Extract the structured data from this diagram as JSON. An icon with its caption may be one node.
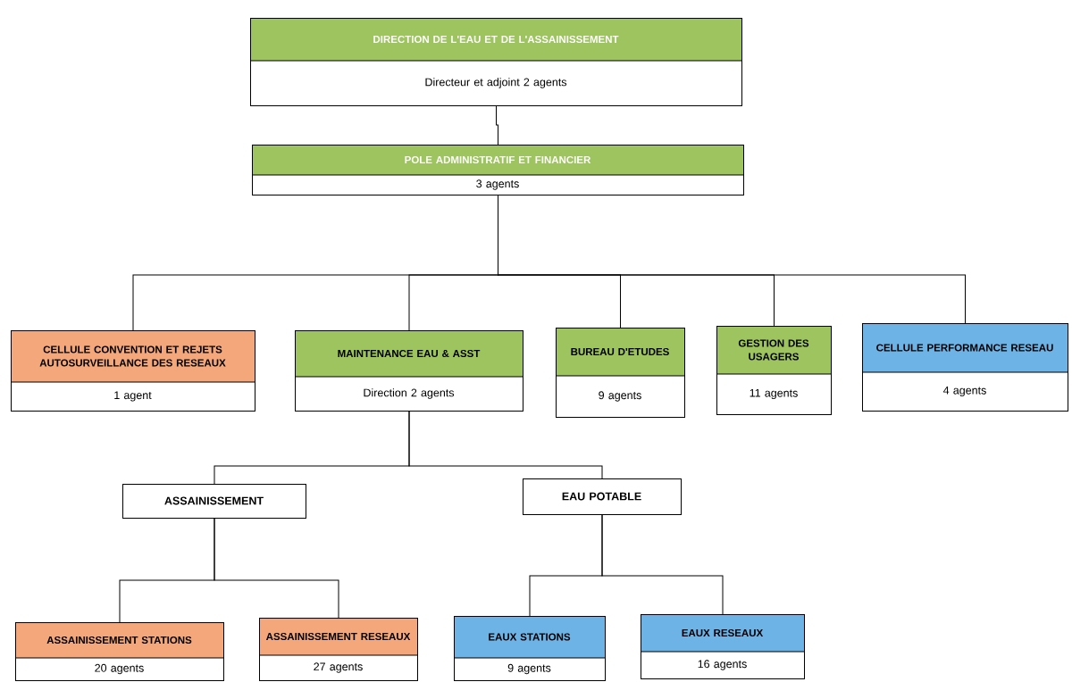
{
  "diagram": {
    "nodes": [
      {
        "text": [
          "DIRECTION DE L'EAU ET DE L'ASSAINISSEMENT",
          "Directeur et adjoint 2 agents"
        ]
      },
      {
        "text": [
          "POLE ADMINISTRATIF ET FINANCIER",
          "3 agents"
        ]
      },
      {
        "text": [
          "CELLULE CONVENTION ET REJETS AUTOSURVEILLANCE DES RESEAUX",
          "1 agent"
        ]
      },
      {
        "text": [
          "MAINTENANCE EAU & ASST",
          "Direction 2 agents"
        ]
      },
      {
        "text": [
          "BUREAU D'ETUDES",
          "9 agents"
        ]
      },
      {
        "text": [
          "GESTION DES USAGERS",
          "11 agents"
        ]
      },
      {
        "text": [
          "CELLULE PERFORMANCE RESEAU",
          "4 agents"
        ]
      },
      {
        "text": [
          "ASSAINISSEMENT"
        ]
      },
      {
        "text": [
          "EAU POTABLE"
        ]
      },
      {
        "text": [
          "ASSAINISSEMENT STATIONS",
          "20 agents"
        ]
      },
      {
        "text": [
          "ASSAINISSEMENT RESEAUX",
          "27 agents"
        ]
      },
      {
        "text": [
          "EAUX STATIONS",
          "9 agents"
        ]
      },
      {
        "text": [
          "EAUX RESEAUX",
          "16 agents"
        ]
      }
    ],
    "edges": [
      {
        "from": 0,
        "to": 1,
        "arrow": "none"
      },
      {
        "from": 1,
        "to": 2,
        "arrow": "none"
      },
      {
        "from": 1,
        "to": 3,
        "arrow": "none"
      },
      {
        "from": 1,
        "to": 4,
        "arrow": "none"
      },
      {
        "from": 1,
        "to": 5,
        "arrow": "none"
      },
      {
        "from": 1,
        "to": 6,
        "arrow": "none"
      },
      {
        "from": 3,
        "to": 7,
        "arrow": "none"
      },
      {
        "from": 3,
        "to": 8,
        "arrow": "none"
      },
      {
        "from": 7,
        "to": 9,
        "arrow": "none"
      },
      {
        "from": 7,
        "to": 10,
        "arrow": "none"
      },
      {
        "from": 8,
        "to": 11,
        "arrow": "none"
      },
      {
        "from": 8,
        "to": 12,
        "arrow": "none"
      }
    ]
  }
}
